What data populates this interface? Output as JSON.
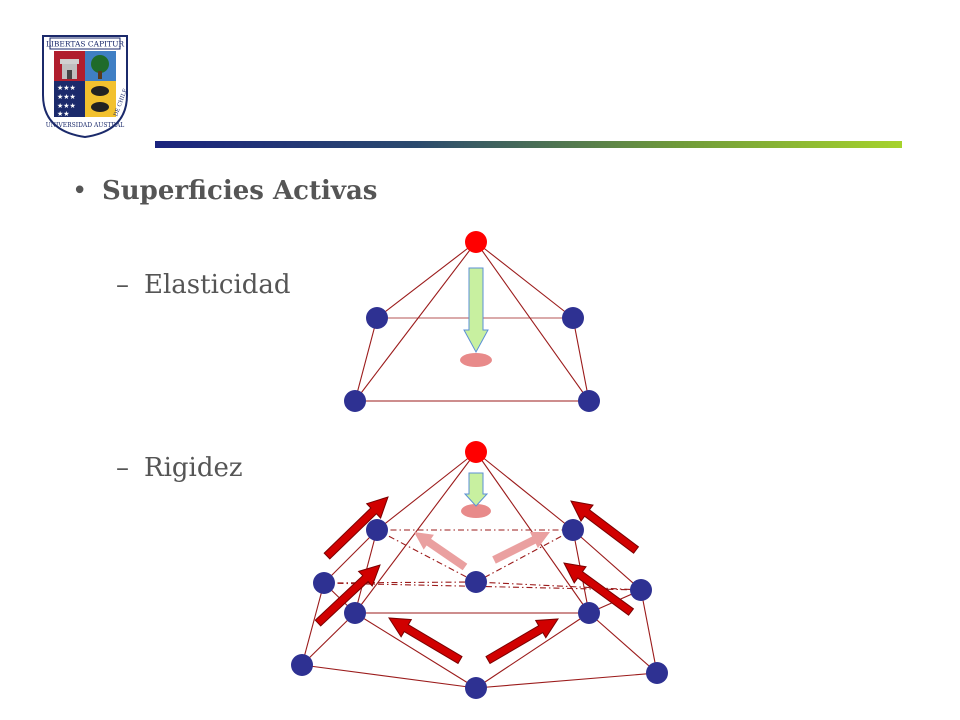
{
  "logo": {
    "banner": "LIBERTAS CAPITUR",
    "ring_left": "UNIVERSIDAD AUSTRAL",
    "ring_right": "DE CHILE",
    "icon": "university-crest"
  },
  "content": {
    "bullet": {
      "marker": "•",
      "text": "Superficies Activas"
    },
    "items": [
      {
        "marker": "–",
        "text": "Elasticidad"
      },
      {
        "marker": "–",
        "text": "Rigidez"
      }
    ]
  },
  "colors": {
    "edge": "#9b1b1b",
    "node": "#2e3192",
    "moved_node": "#ff0000",
    "target_shadow": "#e88a8a",
    "gravity_arrow_fill": "#c8f0a0",
    "gravity_arrow_stroke": "#5b8fd6",
    "force_arrow": "#d10000",
    "faint_arrow": "#eaa0a0"
  }
}
